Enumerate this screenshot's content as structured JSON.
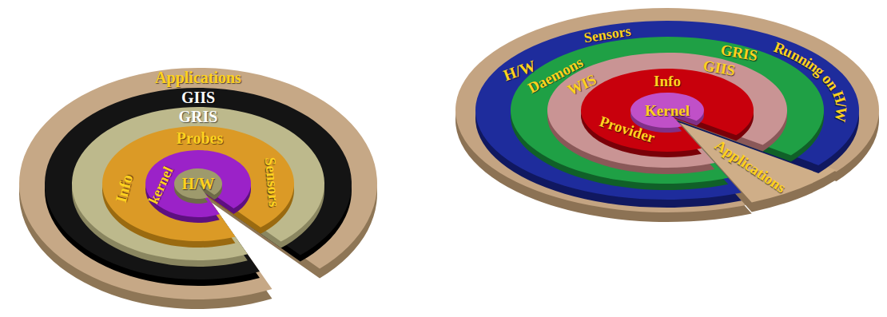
{
  "diagram": {
    "nodes": [
      {
        "text": [
          "Applications"
        ]
      },
      {
        "text": [
          "GIIS"
        ],
        "in": 0
      },
      {
        "text": [
          "GRIS"
        ],
        "in": 1
      },
      {
        "text": [
          "Probes",
          "Info",
          "Sensors"
        ],
        "in": 2
      },
      {
        "text": [
          "kernel"
        ],
        "in": 3
      },
      {
        "text": [
          "H/W"
        ],
        "in": 4
      },
      {
        "text": [
          "H/W",
          "Sensors",
          "Running on H/W"
        ]
      },
      {
        "text": [
          "Daemons",
          "GRIS"
        ],
        "in": 6
      },
      {
        "text": [
          "WIS",
          "GIIS"
        ],
        "in": 7
      },
      {
        "text": [
          "Info",
          "Provider"
        ],
        "in": 8
      },
      {
        "text": [
          "Kernel"
        ],
        "in": 9
      }
    ],
    "labels": [
      "Applications"
    ]
  }
}
